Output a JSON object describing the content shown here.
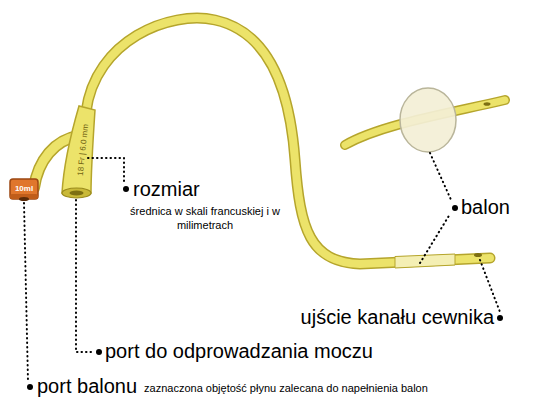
{
  "diagram": {
    "labels": [
      "10ml",
      "18 Fr | 6.0 mm",
      "rozmiar",
      "średnica w skali francuskiej i w milimetrach",
      "balon",
      "ujście kanału cewnika",
      "port do odprowadzania moczu",
      "port balonu",
      "zaznaczona objętość płynu zalecana do napełnienia balon"
    ]
  }
}
